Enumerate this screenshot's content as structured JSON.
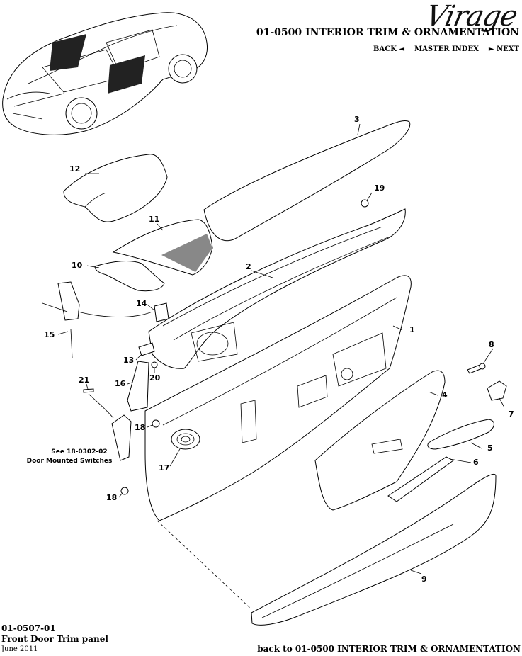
{
  "header": {
    "brand": "Virage",
    "section_title": "01-0500 INTERIOR TRIM & ORNAMENTATION",
    "nav": {
      "back": "BACK ◄",
      "index": "MASTER INDEX",
      "next": "► NEXT"
    }
  },
  "footer": {
    "code": "01-0507-01",
    "title": "Front Door Trim panel",
    "date": "June 2011",
    "back_link": "back to 01-0500 INTERIOR TRIM & ORNAMENTATION"
  },
  "callouts": {
    "c1": "1",
    "c2": "2",
    "c3": "3",
    "c4": "4",
    "c5": "5",
    "c6": "6",
    "c7": "7",
    "c8": "8",
    "c9": "9",
    "c10": "10",
    "c11": "11",
    "c12": "12",
    "c13": "13",
    "c14": "14",
    "c15": "15",
    "c16": "16",
    "c17": "17",
    "c18a": "18",
    "c18b": "18",
    "c19": "19",
    "c20": "20",
    "c21": "21"
  },
  "note": {
    "line1": "See 18-0302-02",
    "line2": "Door Mounted Switches"
  }
}
